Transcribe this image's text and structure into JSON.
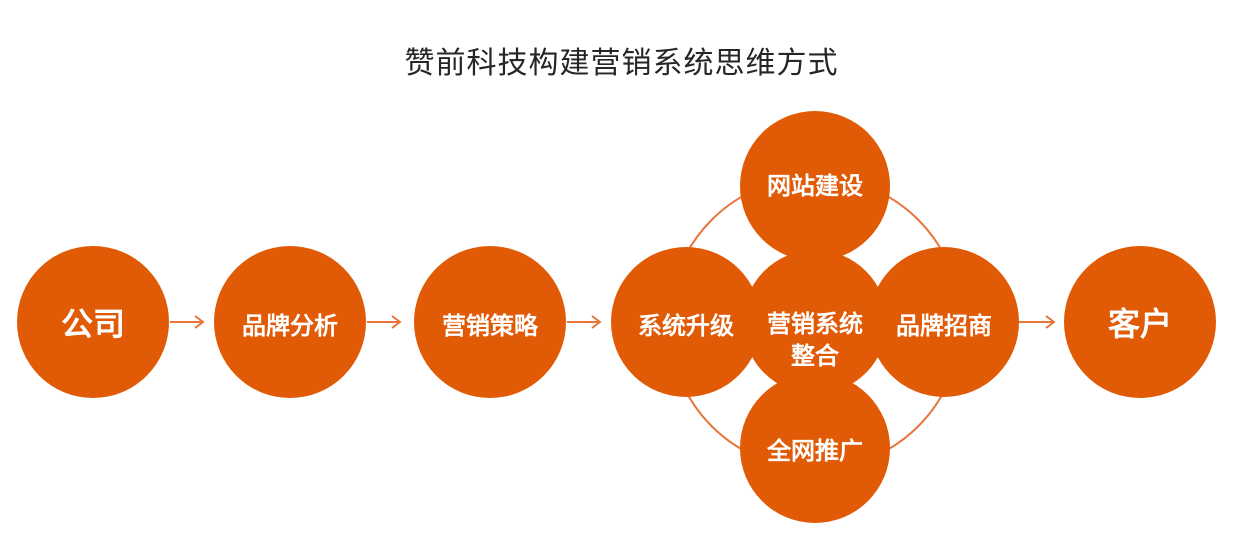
{
  "title": "赞前科技构建营销系统思维方式",
  "colors": {
    "node": "#E15A05",
    "connector": "#E8743A"
  },
  "nodes": {
    "company": "公司",
    "brand_analysis": "品牌分析",
    "marketing_strategy": "营销策略",
    "system_upgrade": "系统升级",
    "system_integration_line1": "营销系统",
    "system_integration_line2": "整合",
    "website": "网站建设",
    "brand_investment": "品牌招商",
    "online_promotion": "全网推广",
    "customer": "客户"
  }
}
